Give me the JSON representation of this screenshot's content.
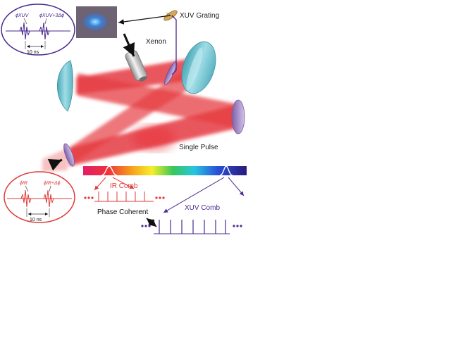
{
  "labels": {
    "xuv_grating": "XUV Grating",
    "xenon": "Xenon",
    "single_pulse": "Single Pulse",
    "ir_comb": "IR Comb",
    "xuv_comb": "XUV Comb",
    "phase_coherent": "Phase Coherent"
  },
  "xuv_inset": {
    "phase_left": "ϕXUV",
    "phase_right": "ϕXUV+3Δϕ",
    "spacing": "10 ns"
  },
  "ir_inset": {
    "phase_left": "ϕIR",
    "phase_right": "ϕIR+Δϕ",
    "spacing": "10 ns"
  },
  "colors": {
    "beam": "#e3262e",
    "mirror": "#7fc6d3",
    "xuv": "#4b2a8f",
    "ir": "#e03a3a"
  }
}
